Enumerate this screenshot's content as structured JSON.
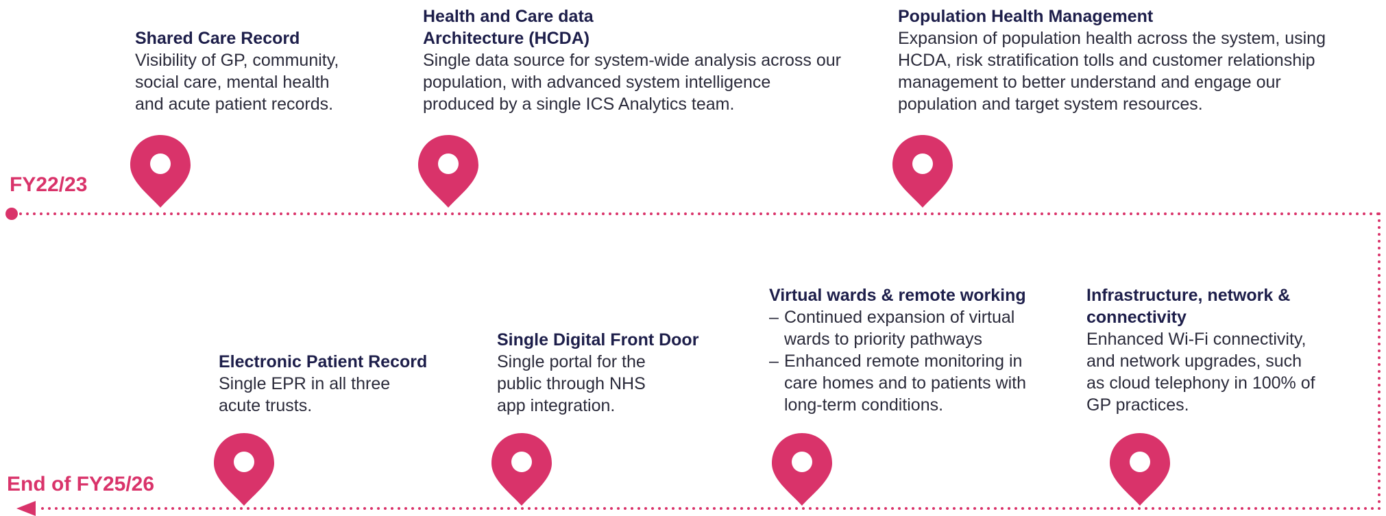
{
  "colors": {
    "accent": "#d9336a",
    "heading": "#1d1e4a",
    "body": "#2a2a3a"
  },
  "periods": {
    "start": "FY22/23",
    "end": "End of FY25/26"
  },
  "top_milestones": [
    {
      "title": "Shared Care Record",
      "body": "Visibility of GP, community, social care, mental health and acute patient records."
    },
    {
      "title": "Health and Care data Architecture (HCDA)",
      "body": "Single data source for system-wide analysis across our population, with advanced system intelligence produced by a single ICS Analytics team."
    },
    {
      "title": "Population Health Management",
      "body": "Expansion of population health across the system, using HCDA, risk stratification tolls and customer relationship management to better understand and engage our population and target system resources."
    }
  ],
  "bottom_milestones": [
    {
      "title": "Electronic Patient Record",
      "body": "Single EPR in all three acute trusts."
    },
    {
      "title": "Single Digital Front Door",
      "body": "Single portal for the public through NHS app integration."
    },
    {
      "title": "Virtual wards & remote working",
      "bullets": [
        "Continued expansion of virtual wards to priority pathways",
        "Enhanced remote monitoring in care homes and to patients with long-term conditions."
      ]
    },
    {
      "title": "Infrastructure, network & connectivity",
      "body": "Enhanced Wi-Fi connectivity, and network upgrades, such as cloud telephony in 100% of GP practices."
    }
  ]
}
